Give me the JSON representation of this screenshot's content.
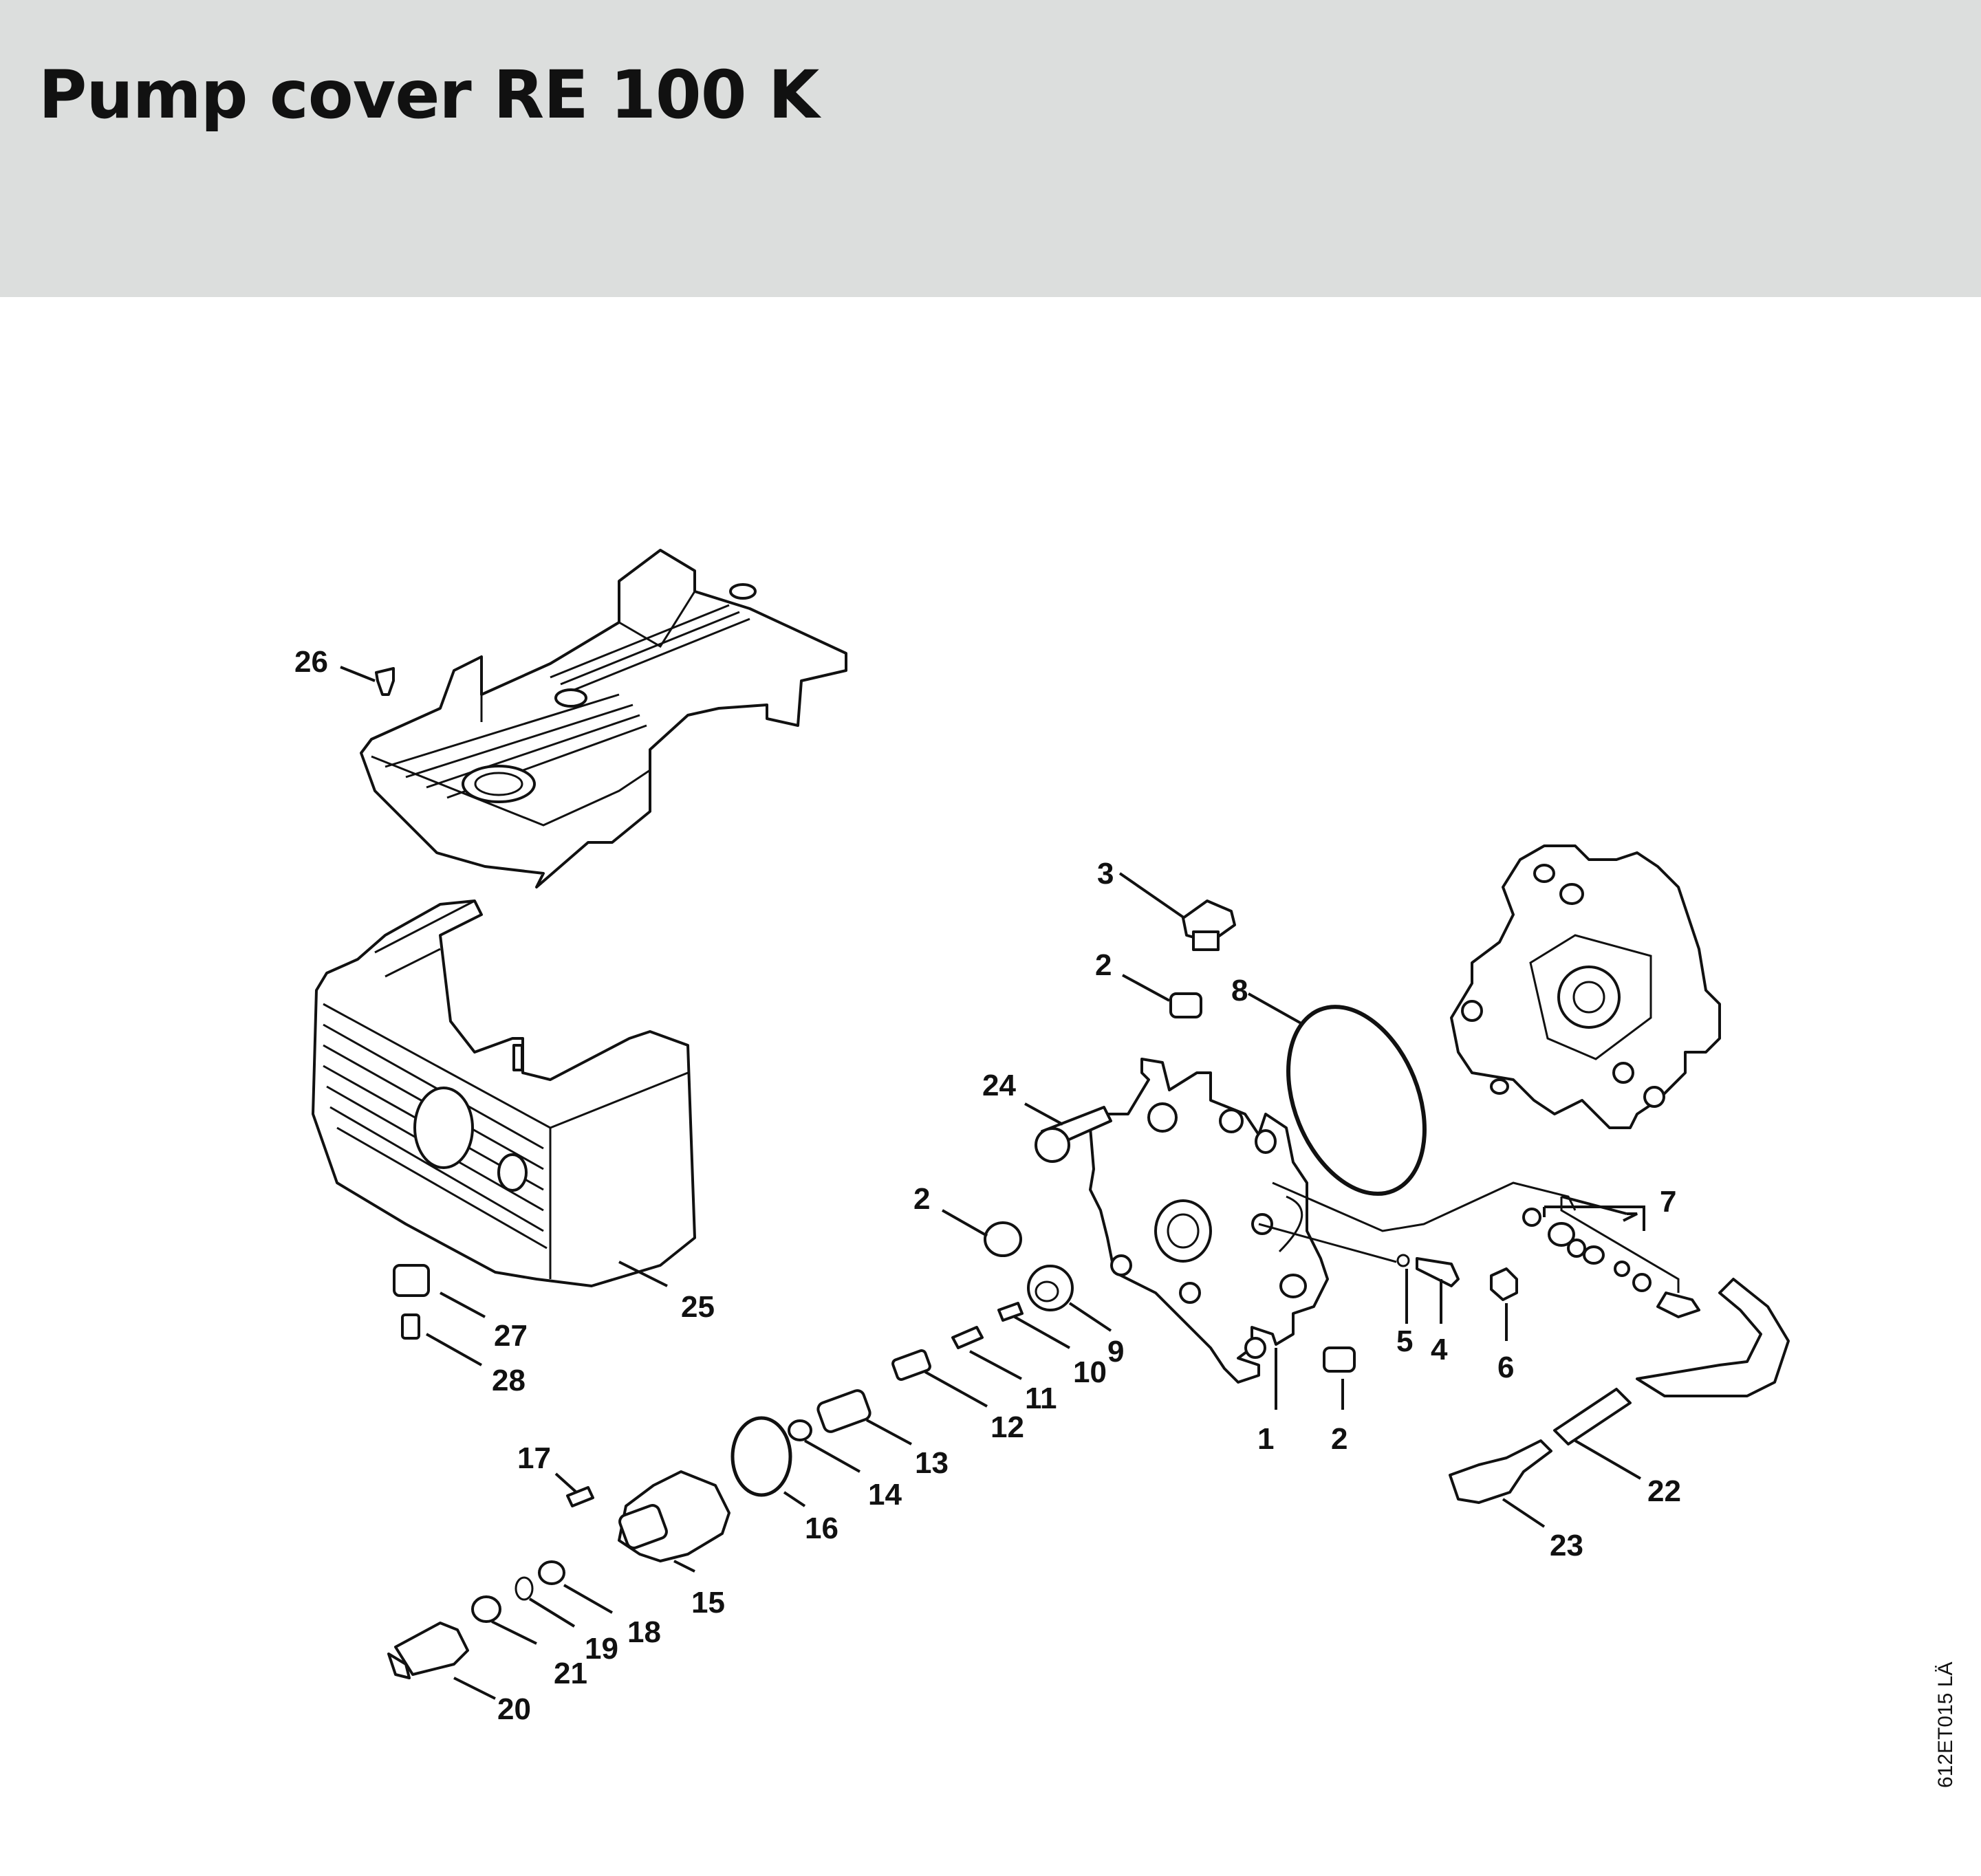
{
  "title": "Pump cover RE 100 K",
  "drawing_reference": "612ET015 LÄ",
  "callouts": [
    {
      "id": "1",
      "label": "1"
    },
    {
      "id": "2a",
      "label": "2"
    },
    {
      "id": "2b",
      "label": "2"
    },
    {
      "id": "2c",
      "label": "2"
    },
    {
      "id": "3",
      "label": "3"
    },
    {
      "id": "4",
      "label": "4"
    },
    {
      "id": "5",
      "label": "5"
    },
    {
      "id": "6",
      "label": "6"
    },
    {
      "id": "7",
      "label": "7"
    },
    {
      "id": "8",
      "label": "8"
    },
    {
      "id": "9",
      "label": "9"
    },
    {
      "id": "10",
      "label": "10"
    },
    {
      "id": "11",
      "label": "11"
    },
    {
      "id": "12",
      "label": "12"
    },
    {
      "id": "13",
      "label": "13"
    },
    {
      "id": "14",
      "label": "14"
    },
    {
      "id": "15",
      "label": "15"
    },
    {
      "id": "16",
      "label": "16"
    },
    {
      "id": "17",
      "label": "17"
    },
    {
      "id": "18",
      "label": "18"
    },
    {
      "id": "19",
      "label": "19"
    },
    {
      "id": "20",
      "label": "20"
    },
    {
      "id": "21",
      "label": "21"
    },
    {
      "id": "22",
      "label": "22"
    },
    {
      "id": "23",
      "label": "23"
    },
    {
      "id": "24",
      "label": "24"
    },
    {
      "id": "25",
      "label": "25"
    },
    {
      "id": "26",
      "label": "26"
    },
    {
      "id": "27",
      "label": "27"
    },
    {
      "id": "28",
      "label": "28"
    }
  ]
}
